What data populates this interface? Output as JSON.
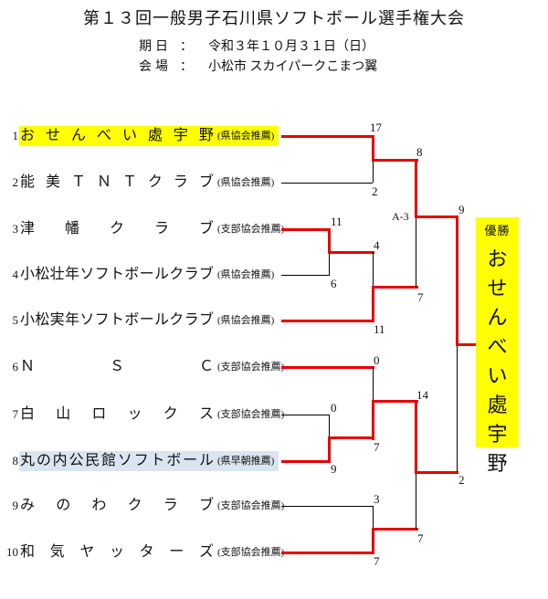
{
  "header": {
    "title": "第１３回一般男子石川県ソフトボール選手権大会",
    "info": [
      {
        "label": "期日",
        "separator": "：",
        "value": "令和３年１０月３１日（日）"
      },
      {
        "label": "会場",
        "separator": "：",
        "value": "小松市 スカイパークこまつ翼"
      }
    ]
  },
  "teams": [
    {
      "seed": "1",
      "name": "おせんべい處宇野",
      "note": "(県協会推薦)",
      "highlight": "yellow"
    },
    {
      "seed": "2",
      "name": "能美ＴＮＴクラブ",
      "note": "(県協会推薦)",
      "highlight": ""
    },
    {
      "seed": "3",
      "name": "津幡クラブ",
      "note": "(支部協会推薦)",
      "highlight": ""
    },
    {
      "seed": "4",
      "name": "小松壮年ソフトボールクラブ",
      "note": "(県協会推薦)",
      "highlight": ""
    },
    {
      "seed": "5",
      "name": "小松実年ソフトボールクラブ",
      "note": "(県協会推薦)",
      "highlight": ""
    },
    {
      "seed": "6",
      "name": "ＮＳＣ",
      "note": "(支部協会推薦)",
      "highlight": ""
    },
    {
      "seed": "7",
      "name": "白山ロックス",
      "note": "(支部協会推薦)",
      "highlight": ""
    },
    {
      "seed": "8",
      "name": "丸の内公民館ソフトボール",
      "note": "(県早朝推薦)",
      "highlight": "blue"
    },
    {
      "seed": "9",
      "name": "みのわクラブ",
      "note": "(支部協会推薦)",
      "highlight": ""
    },
    {
      "seed": "10",
      "name": "和気ヤッターズ",
      "note": "(支部協会推薦)",
      "highlight": ""
    }
  ],
  "bracket": {
    "match_label": "A-3",
    "scores": {
      "qf1_top": "17",
      "qf1_bottom": "2",
      "r1_34_top": "11",
      "r1_34_bottom": "6",
      "qf2_top": "4",
      "qf2_bottom": "11",
      "sfA_top": "8",
      "sfA_bottom": "7",
      "qf3_top": "0",
      "qf3_bottom": "7",
      "r1_78_top": "0",
      "r1_78_bottom": "9",
      "r1_910_top": "3",
      "r1_910_bottom": "7",
      "sfB_top": "14",
      "sfB_bottom": "7",
      "final_top": "9",
      "final_bottom": "2"
    },
    "champion": {
      "label": "優勝",
      "name": "おせんべい處宇野"
    }
  },
  "colors": {
    "winner_line": "#e60000",
    "line": "#000000",
    "highlight_yellow": "#ffff00",
    "highlight_blue": "#dbe5f1",
    "champion_bg": "#ffff00"
  }
}
